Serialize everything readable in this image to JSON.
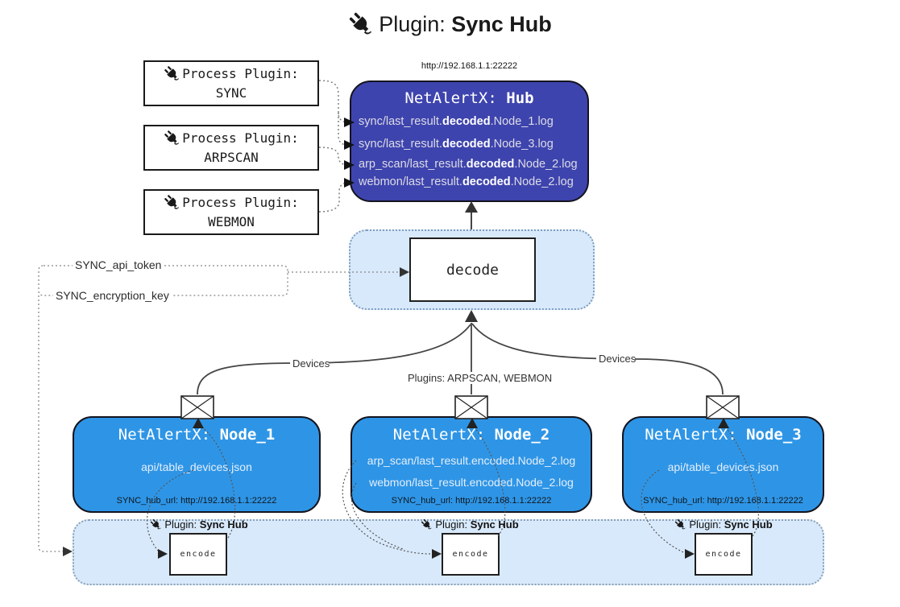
{
  "title": {
    "prefix": "Plugin: ",
    "name": "Sync Hub"
  },
  "process_plugins": [
    {
      "label": "Process Plugin:",
      "name": "SYNC"
    },
    {
      "label": "Process Plugin:",
      "name": "ARPSCAN"
    },
    {
      "label": "Process Plugin:",
      "name": "WEBMON"
    }
  ],
  "hub": {
    "url": "http://192.168.1.1:22222",
    "title_prefix": "NetAlertX: ",
    "title_name": "Hub",
    "logs": [
      {
        "pre": "sync/last_result.",
        "bold": "decoded",
        "post": ".Node_1.log"
      },
      {
        "pre": "sync/last_result.",
        "bold": "decoded",
        "post": ".Node_3.log"
      },
      {
        "pre": "arp_scan/last_result.",
        "bold": "decoded",
        "post": ".Node_2.log"
      },
      {
        "pre": "webmon/last_result.",
        "bold": "decoded",
        "post": ".Node_2.log"
      }
    ]
  },
  "decode": {
    "label": "decode"
  },
  "config": {
    "api_token": "SYNC_api_token",
    "encryption_key": "SYNC_encryption_key"
  },
  "edge_labels": {
    "devices_left": "Devices",
    "plugins_center": "Plugins: ARPSCAN, WEBMON",
    "devices_right": "Devices"
  },
  "nodes": [
    {
      "title_prefix": "NetAlertX: ",
      "title_name": "Node_1",
      "lines": [
        "api/table_devices.json"
      ],
      "hub_url": "SYNC_hub_url: http://192.168.1.1:22222"
    },
    {
      "title_prefix": "NetAlertX: ",
      "title_name": "Node_2",
      "lines": [
        "arp_scan/last_result.encoded.Node_2.log",
        "webmon/last_result.encoded.Node_2.log"
      ],
      "hub_url": "SYNC_hub_url: http://192.168.1.1:22222"
    },
    {
      "title_prefix": "NetAlertX: ",
      "title_name": "Node_3",
      "lines": [
        "api/table_devices.json"
      ],
      "hub_url": "SYNC_hub_url: http://192.168.1.1:22222"
    }
  ],
  "encoders": [
    {
      "plugin_prefix": "Plugin: ",
      "plugin_name": "Sync Hub",
      "label": "encode"
    },
    {
      "plugin_prefix": "Plugin: ",
      "plugin_name": "Sync Hub",
      "label": "encode"
    },
    {
      "plugin_prefix": "Plugin: ",
      "plugin_name": "Sync Hub",
      "label": "encode"
    }
  ],
  "colors": {
    "hub_fill": "#3e44ad",
    "node_fill": "#2e95e6",
    "panel_fill": "#d8e9fb",
    "panel_border": "#7d9ebe",
    "line": "#444444",
    "hub_text": "#dcdce6",
    "node_text": "#e4eefb"
  }
}
